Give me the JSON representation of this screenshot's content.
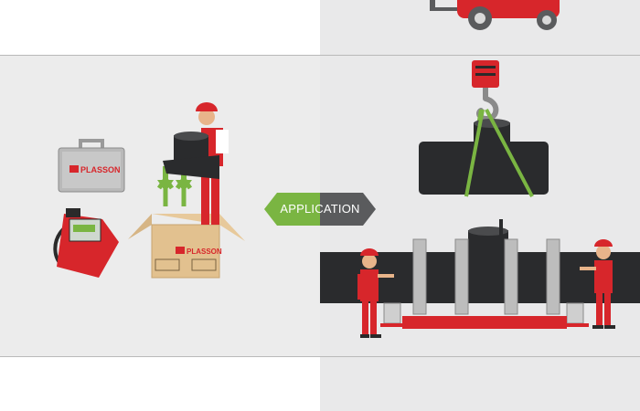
{
  "badge": {
    "label": "APPLICATION"
  },
  "brand": {
    "name": "PLASSON",
    "mark": "P",
    "red": "#d7262b",
    "green": "#7ab542",
    "dark_gray": "#5a5b5d"
  },
  "icons": [
    "forklift-icon",
    "tool-case-icon",
    "welding-machine-icon",
    "cardboard-box-icon",
    "worker-icon",
    "crane-hook-icon",
    "pipe-icon",
    "clamp-frame-icon",
    "up-arrows-icon"
  ]
}
